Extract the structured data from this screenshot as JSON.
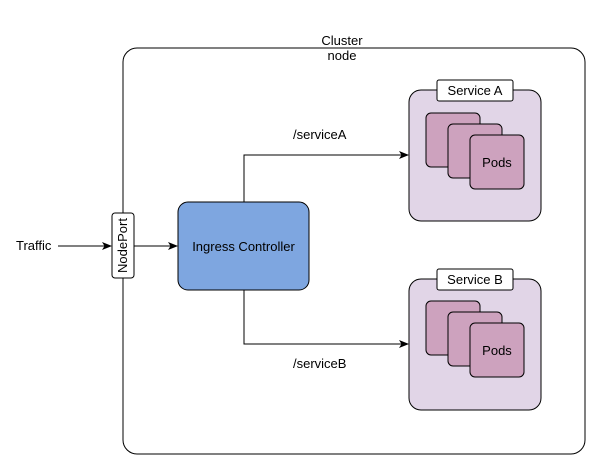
{
  "diagram": {
    "cluster_label": "Cluster",
    "node_label": "node",
    "traffic_label": "Traffic",
    "nodeport_label": "NodePort",
    "ingress_label": "Ingress Controller",
    "route_a_label": "/serviceA",
    "route_b_label": "/serviceB",
    "service_a": {
      "label": "Service A",
      "pods_label": "Pods"
    },
    "service_b": {
      "label": "Service B",
      "pods_label": "Pods"
    }
  },
  "colors": {
    "ingress_fill": "#7ea6e0",
    "ingress_stroke": "#6c8ebf",
    "service_fill": "#e1d5e7",
    "pod_fill": "#cda2be",
    "stroke": "#000000",
    "background": "#ffffff"
  }
}
